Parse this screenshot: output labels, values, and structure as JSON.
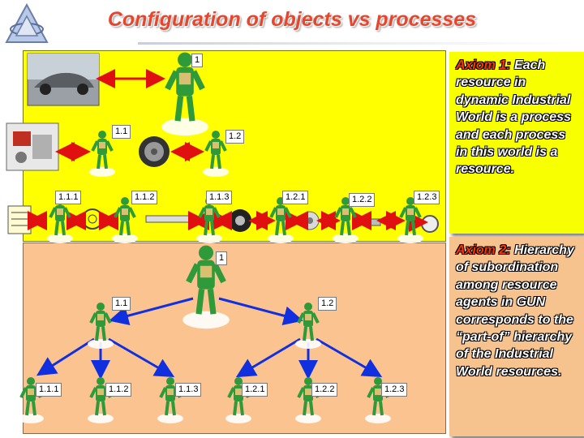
{
  "title": "Configuration of objects vs processes",
  "axiom1": {
    "head": "Axiom 1:",
    "body": "Each resource in dynamic Industrial World is a process and each process in this world is a resource."
  },
  "axiom2": {
    "head": "Axiom 2:",
    "body": "Hierarchy of subordination among resource agents in GUN corresponds to the “part-of” hierarchy of the Industrial World resources."
  },
  "top_labels": {
    "n1": "1",
    "n11": "1.1",
    "n12": "1.2",
    "n111": "1.1.1",
    "n112": "1.1.2",
    "n113": "1.1.3",
    "n121": "1.2.1",
    "n122": "1.2.2",
    "n123": "1.2.3"
  },
  "bottom_labels": {
    "n1": "1",
    "n11": "1.1",
    "n12": "1.2",
    "n111": "1.1.1",
    "n112": "1.1.2",
    "n113": "1.1.3",
    "n121": "1.2.1",
    "n122": "1.2.2",
    "n123": "1.2.3"
  },
  "colors": {
    "title": "#e8462c",
    "top_panel": "#ffff00",
    "bottom_panel": "#fbc38f",
    "red_arrow": "#e01010",
    "blue_arrow": "#1030e0",
    "agent_green": "#2e9a3a"
  }
}
